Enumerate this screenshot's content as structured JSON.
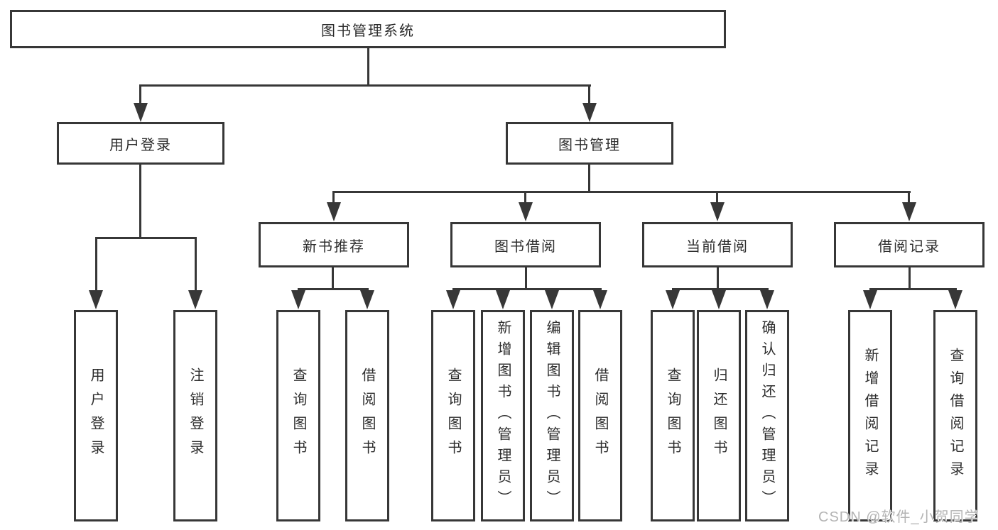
{
  "diagram": {
    "title": "图书管理系统",
    "watermark": "CSDN @软件_小贺同学",
    "colors": {
      "line": "#373737",
      "box_border": "#373737",
      "box_fill": "#ffffff",
      "text": "#2d2d2d",
      "watermark": "#b4b4b4"
    },
    "tree": {
      "root": {
        "label": "图书管理系统"
      },
      "level2": [
        {
          "label": "用户登录"
        },
        {
          "label": "图书管理"
        }
      ],
      "level3": [
        {
          "label": "新书推荐"
        },
        {
          "label": "图书借阅"
        },
        {
          "label": "当前借阅"
        },
        {
          "label": "借阅记录"
        }
      ],
      "leaves": {
        "userLogin": [
          "用户登录",
          "注销登录"
        ],
        "newBook": [
          "查询图书",
          "借阅图书"
        ],
        "bookBorrow": [
          "查询图书",
          "新增图书（管理员）",
          "编辑图书（管理员）",
          "借阅图书"
        ],
        "currentBorrow": [
          "查询图书",
          "归还图书",
          "确认归还（管理员）"
        ],
        "borrowRecords": [
          "新增借阅记录",
          "查询借阅记录"
        ]
      }
    }
  }
}
